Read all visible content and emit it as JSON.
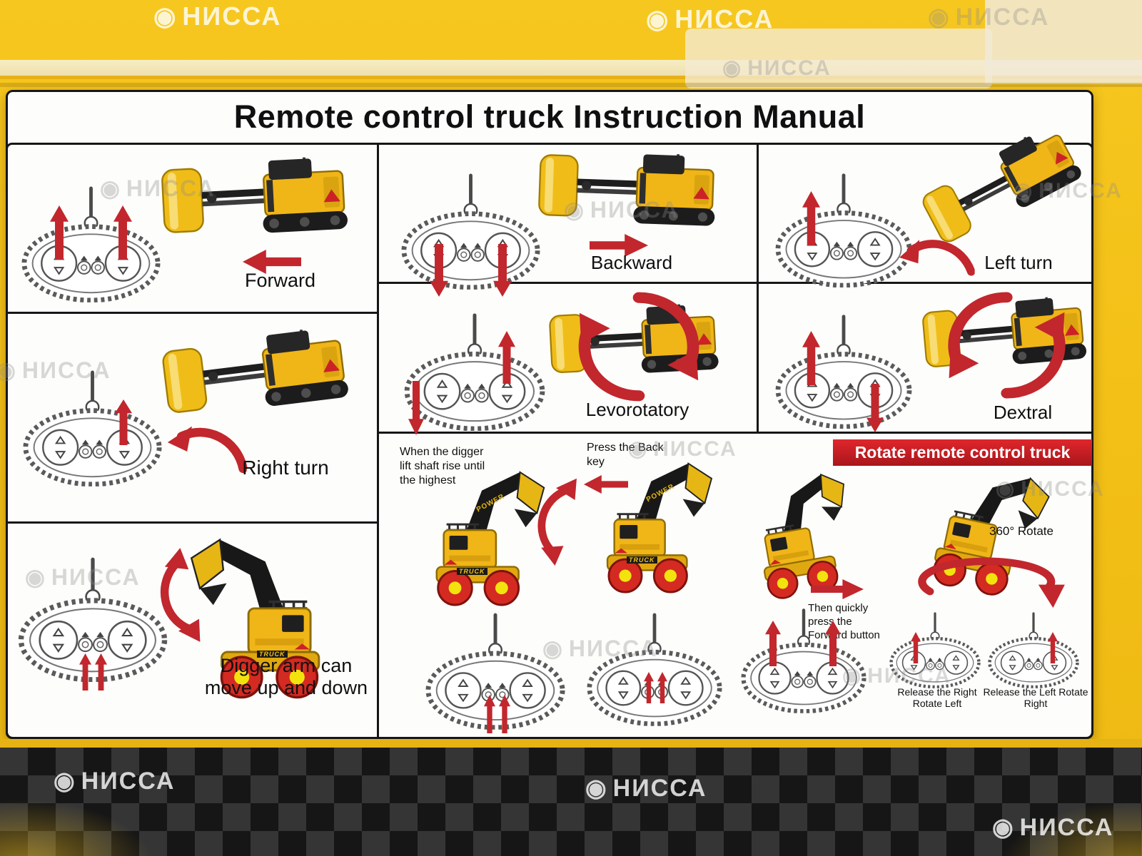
{
  "title": "Remote control truck Instruction Manual",
  "watermark": {
    "text": "НИССА"
  },
  "colors": {
    "box_yellow": "#f3c11a",
    "arrow_red": "#c1272d",
    "banner_red": "#cf2027"
  },
  "panels": {
    "forward": {
      "label": "Forward"
    },
    "right_turn": {
      "label": "Right turn"
    },
    "digger": {
      "label_line1": "Digger arm can",
      "label_line2": "move up and down"
    },
    "backward": {
      "label": "Backward"
    },
    "levorotatory": {
      "label": "Levorotatory"
    },
    "left_turn": {
      "label": "Left turn"
    },
    "dextral": {
      "label": "Dextral"
    }
  },
  "rotate_section": {
    "banner": "Rotate remote control truck",
    "step1": "When the digger lift shaft rise until the highest",
    "step2": "Press the Back key",
    "step3": "Then quickly press the Forward button",
    "rotate_360": "360° Rotate",
    "release_right": "Release the Right Rotate Left",
    "release_left": "Release the Left Rotate Right"
  },
  "toy": {
    "power_label": "POWER",
    "truck_label": "TRUCK"
  }
}
